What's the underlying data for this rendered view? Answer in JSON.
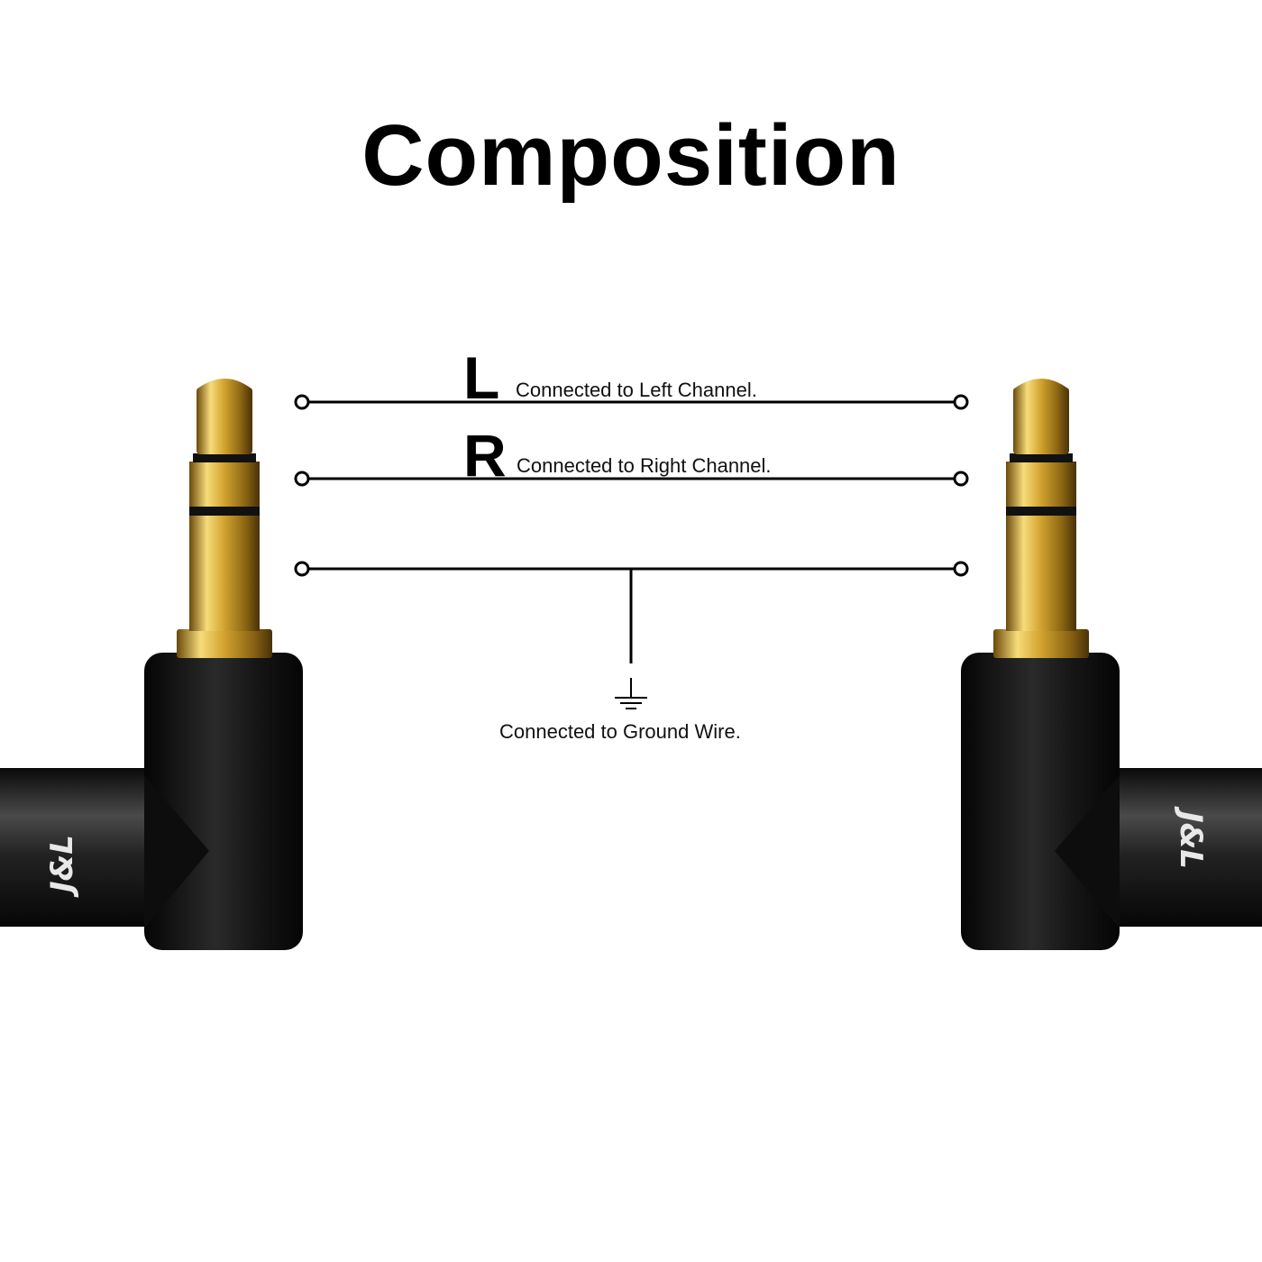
{
  "title": "Composition",
  "channels": [
    {
      "letter": "L",
      "description": "Connected to Left Channel."
    },
    {
      "letter": "R",
      "description": "Connected to Right Channel."
    }
  ],
  "ground": {
    "description": "Connected to Ground Wire."
  },
  "brand_text": "J&L",
  "colors": {
    "gold": "#d4a937",
    "connector_body": "#141414",
    "cable": "#2b2b2b",
    "wire": "#000000"
  }
}
